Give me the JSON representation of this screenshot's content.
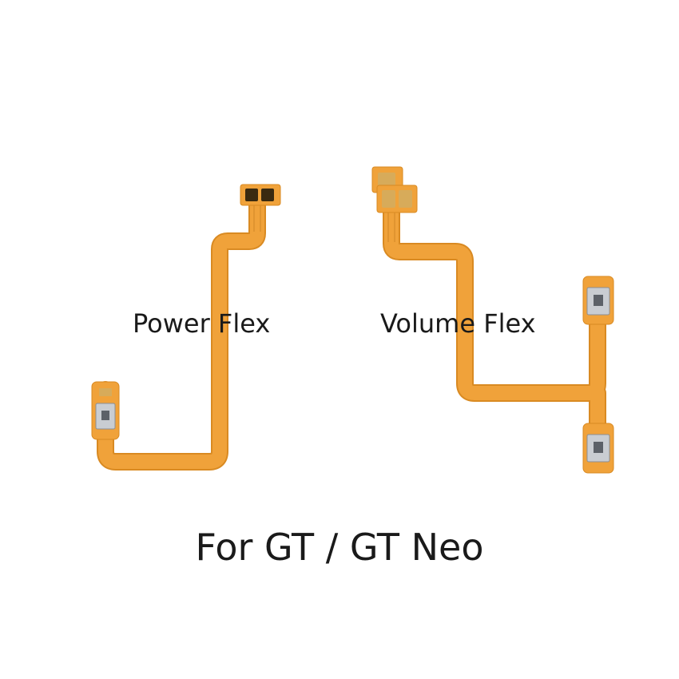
{
  "labels": {
    "power": "Power Flex",
    "volume": "Volume Flex",
    "caption": "For GT / GT Neo"
  },
  "colors": {
    "background": "#ffffff",
    "flex_cable": "#f0a23a",
    "flex_cable_edge": "#d98a22",
    "gold_pad": "#d7ab5a",
    "switch_metal": "#c9cdd2",
    "text": "#1a1a1a"
  }
}
